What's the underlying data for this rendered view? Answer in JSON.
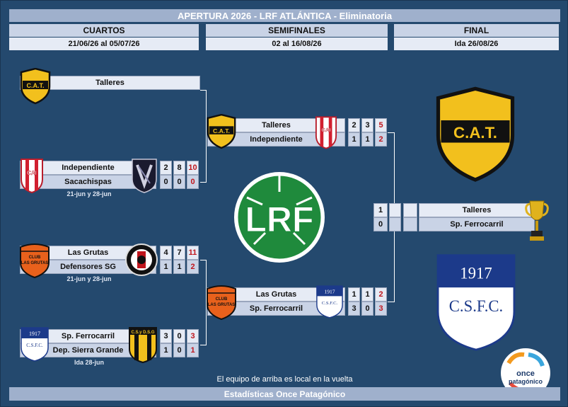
{
  "title": "APERTURA 2026 - LRF ATLÁNTICA - Eliminatoria",
  "rounds": [
    {
      "name": "CUARTOS",
      "dates": "21/06/26 al 05/07/26"
    },
    {
      "name": "SEMIFINALES",
      "dates": "02 al 16/08/26"
    },
    {
      "name": "FINAL",
      "dates": "Ida 26/08/26"
    }
  ],
  "qf1": {
    "team": "Talleres"
  },
  "qf2": {
    "home": "Independiente",
    "away": "Sacachispas",
    "home_scores": [
      "2",
      "8",
      "10"
    ],
    "away_scores": [
      "0",
      "0",
      "0"
    ],
    "dates": "21-jun y 28-jun"
  },
  "qf3": {
    "home": "Las Grutas",
    "away": "Defensores SG",
    "home_scores": [
      "4",
      "7",
      "11"
    ],
    "away_scores": [
      "1",
      "1",
      "2"
    ],
    "dates": "21-jun y 28-jun"
  },
  "qf4": {
    "home": "Sp. Ferrocarril",
    "away": "Dep. Sierra Grande",
    "home_scores": [
      "3",
      "0",
      "3"
    ],
    "away_scores": [
      "1",
      "0",
      "1"
    ],
    "dates": "Ida 28-jun"
  },
  "sf1": {
    "home": "Talleres",
    "away": "Independiente",
    "home_scores": [
      "2",
      "3",
      "5"
    ],
    "away_scores": [
      "1",
      "1",
      "2"
    ]
  },
  "sf2": {
    "home": "Las Grutas",
    "away": "Sp. Ferrocarril",
    "home_scores": [
      "1",
      "1",
      "2"
    ],
    "away_scores": [
      "3",
      "0",
      "3"
    ]
  },
  "final": {
    "home": "Talleres",
    "away": "Sp. Ferrocarril",
    "home_score": "1",
    "away_score": "0"
  },
  "logos": {
    "cat": "C.A.T.",
    "cai": "CAI",
    "grutas": "CLUB LAS GRUTAS",
    "csfc_year": "1917",
    "csfc": "C.S.F.C.",
    "dsg": "C.S.y D.S.G",
    "lrf": "LRF",
    "brand_top": "once",
    "brand_bottom": "patagónico"
  },
  "colors": {
    "background": "#24496e",
    "header": "#9fb0cc",
    "row_light": "#e6ebf5",
    "row_dark": "#c9d3e6",
    "aggregate": "#c0161d",
    "cat_yellow": "#f2c01d",
    "lrf_green": "#1f8a3c"
  },
  "note": "El equipo de arriba es local en la vuelta",
  "footer": "Estadísticas Once Patagónico"
}
